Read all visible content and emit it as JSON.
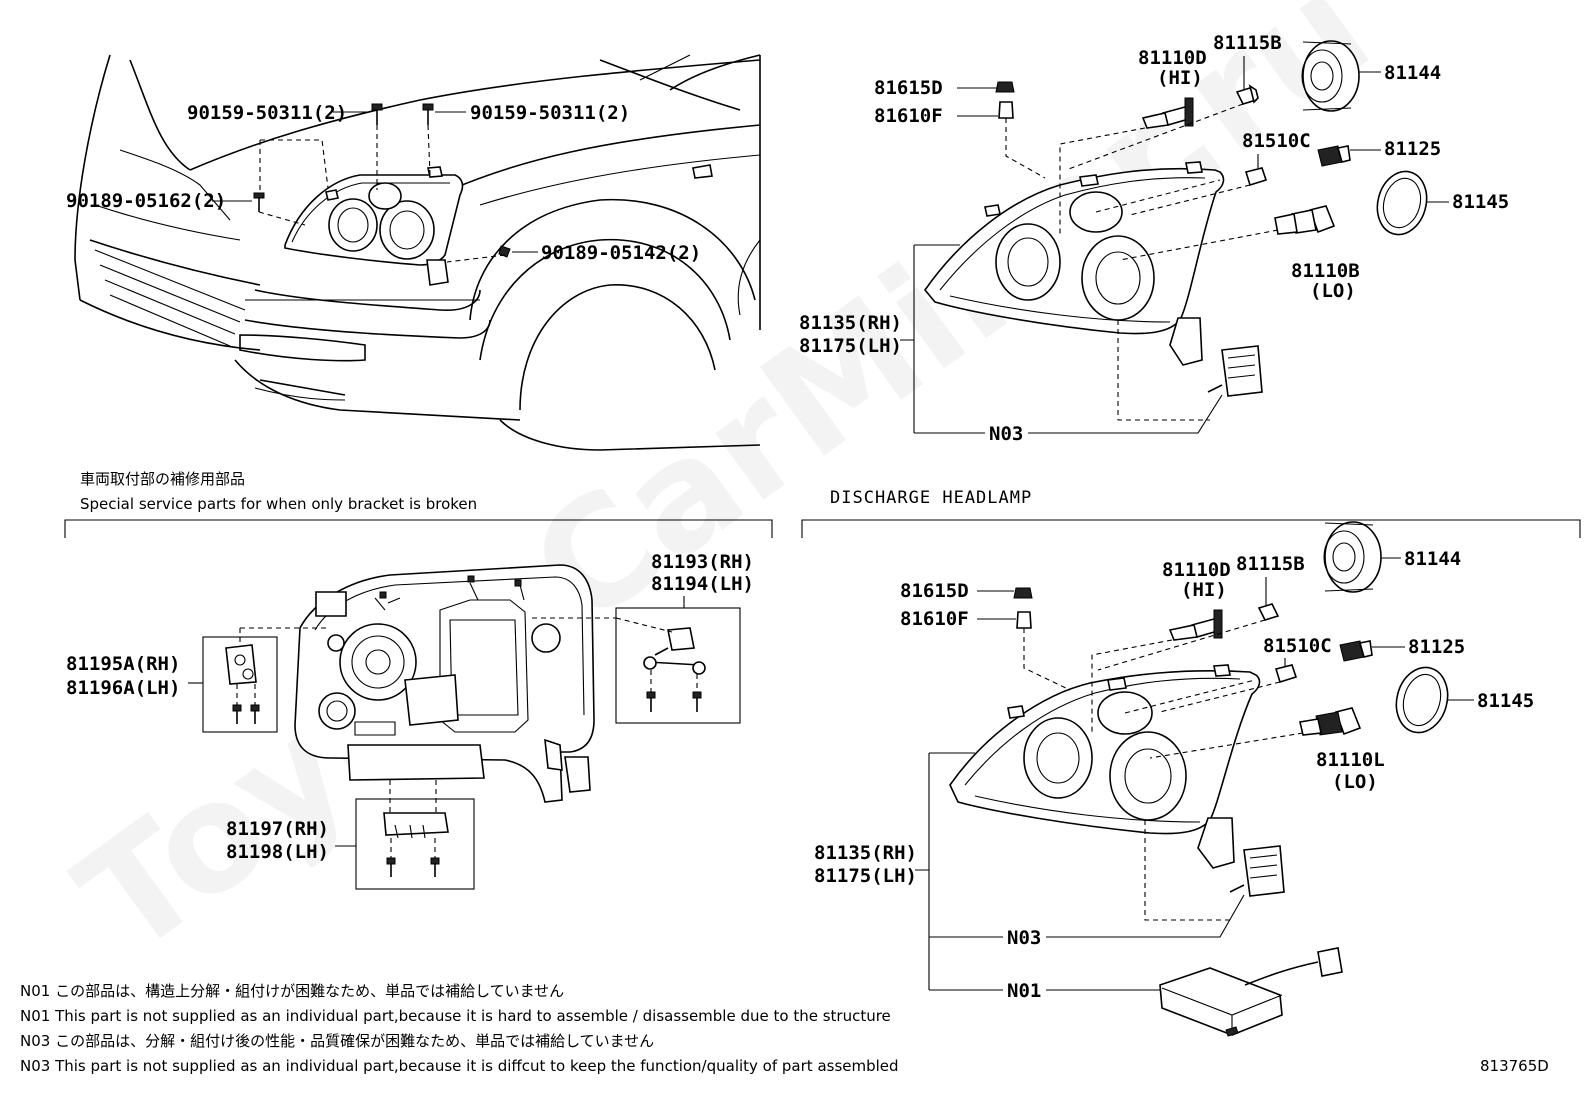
{
  "watermark": "ToyotaCarMiner.ru",
  "top_left": {
    "callouts": [
      "90159-50311(2)",
      "90159-50311(2)",
      "90189-05162(2)",
      "90189-05142(2)"
    ]
  },
  "top_right": {
    "callouts": [
      "81615D",
      "81610F",
      "81110D",
      "(HI)",
      "81115B",
      "81144",
      "81510C",
      "81125",
      "81145",
      "81110B",
      "(LO)",
      "81135(RH)",
      "81175(LH)",
      "N03"
    ]
  },
  "bracket_section": {
    "title_jp": "車両取付部の補修用部品",
    "title_en": "Special  service  parts  for  when  only  bracket  is  broken",
    "callouts": [
      "81193(RH)",
      "81194(LH)",
      "81195A(RH)",
      "81196A(LH)",
      "81197(RH)",
      "81198(LH)"
    ]
  },
  "discharge_section": {
    "title": "DISCHARGE HEADLAMP",
    "callouts": [
      "81615D",
      "81610F",
      "81110D",
      "(HI)",
      "81115B",
      "81144",
      "81510C",
      "81125",
      "81145",
      "81110L",
      "(LO)",
      "81135(RH)",
      "81175(LH)",
      "N03",
      "N01"
    ]
  },
  "notes": [
    "N01 この部品は、構造上分解・組付けが困難なため、単品では補給していません",
    "N01 This part is not supplied as an individual part,because it is hard to assemble / disassemble due to the structure",
    "N03 この部品は、分解・組付け後の性能・品質確保が困難なため、単品では補給していません",
    "N03 This part is not supplied as an  individual part,because it is diffcut to keep the function/quality of part assembled"
  ],
  "diagram_id": "813765D"
}
